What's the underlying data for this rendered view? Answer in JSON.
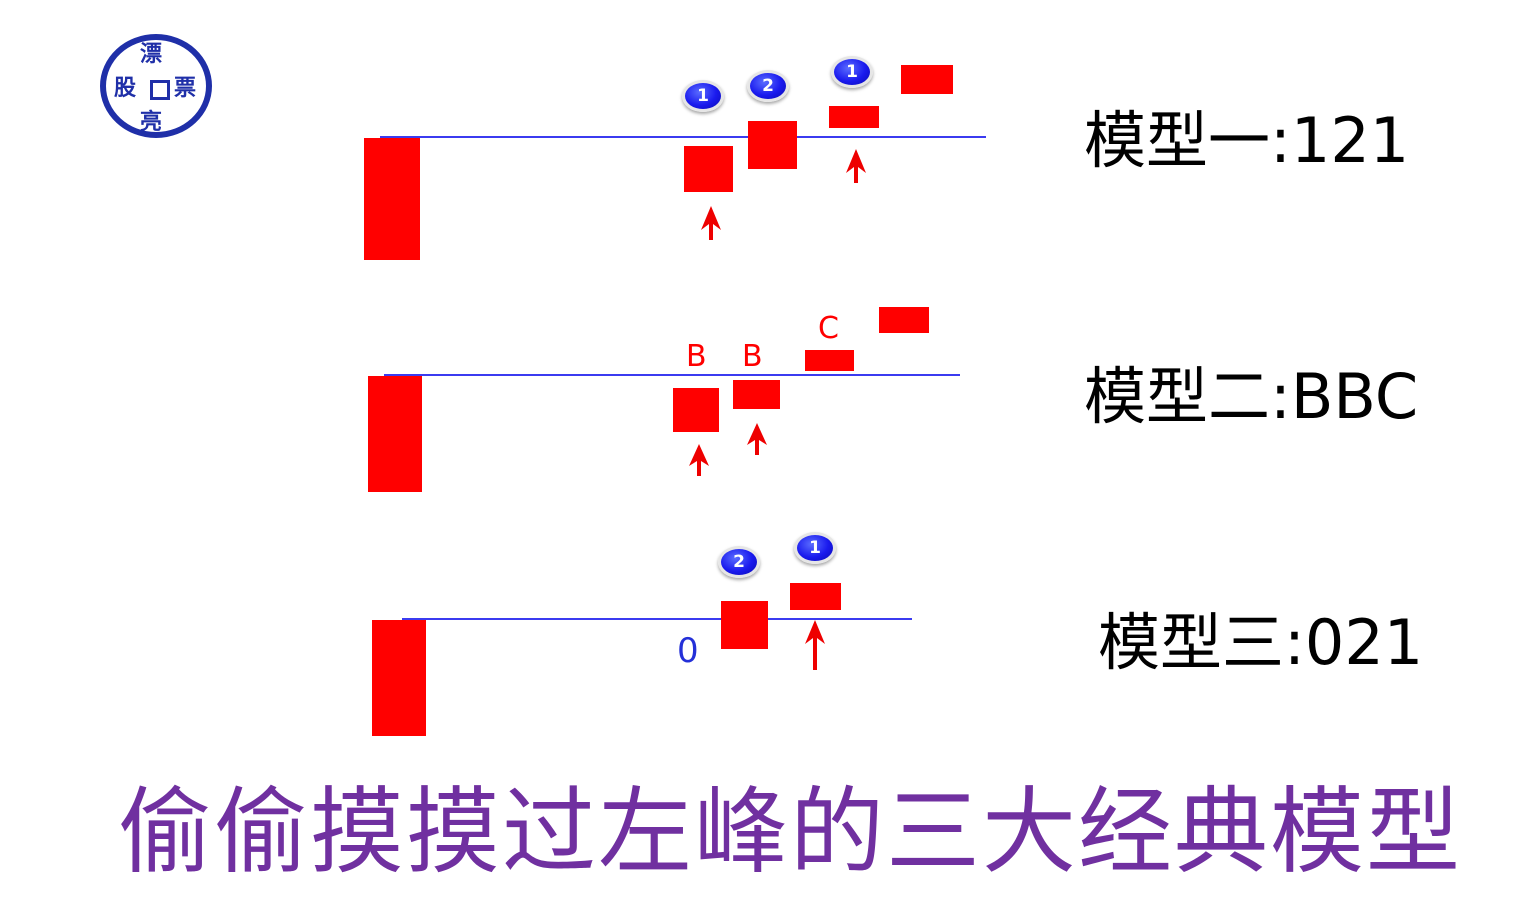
{
  "logo": {
    "top": "漂",
    "left": "股",
    "right": "票",
    "bottom": "亮"
  },
  "title": "偷偷摸摸过左峰的三大经典模型",
  "models": [
    {
      "label": "模型一:121",
      "badges": [
        "1",
        "2",
        "1"
      ]
    },
    {
      "label": "模型二:BBC",
      "letters": [
        "B",
        "B",
        "C"
      ]
    },
    {
      "label": "模型三:021",
      "zero": "0",
      "badges": [
        "2",
        "1"
      ]
    }
  ],
  "colors": {
    "candle": "#ff0000",
    "line": "#3b3bf0",
    "title": "#7030a0",
    "badge": "#1a1aee"
  }
}
